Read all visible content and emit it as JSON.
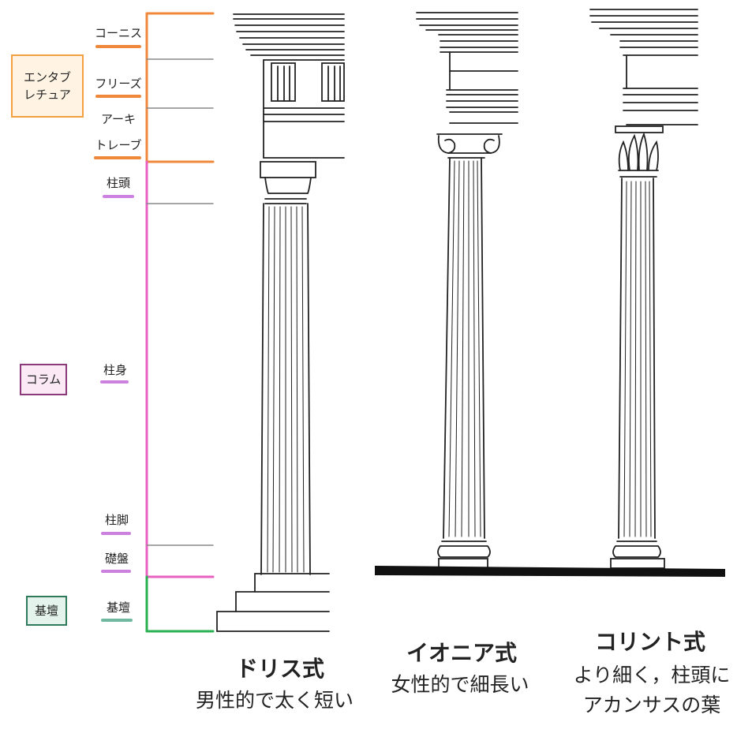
{
  "groups": {
    "entablature": "エンタブレチュア",
    "column": "コラム",
    "stylobate": "基壇"
  },
  "parts": {
    "cornice": "コーニス",
    "frieze": "フリーズ",
    "architrave_1": "アーキ",
    "architrave_2": "トレーブ",
    "capital": "柱頭",
    "shaft": "柱身",
    "base": "柱脚",
    "plinth": "礎盤",
    "stylobate": "基壇"
  },
  "orders": [
    {
      "title": "ドリス式",
      "desc": [
        "男性的で太く短い"
      ]
    },
    {
      "title": "イオニア式",
      "desc": [
        "女性的で細長い"
      ]
    },
    {
      "title": "コリント式",
      "desc": [
        "より細く，柱頭に",
        "アカンサスの葉"
      ]
    }
  ],
  "colors": {
    "entablature": "#f0883c",
    "column": "#e860c0",
    "stylobate": "#28b050",
    "capital_underline": "#cc80e0",
    "stylobate_underline": "#70b8a0",
    "entablature_box_border": "#f5a040",
    "entablature_box_bg": "#fff4e4",
    "column_box_border": "#8a3a7a",
    "column_box_bg": "#fbeaf6",
    "stylobate_box_border": "#2e7a5a",
    "stylobate_box_bg": "#e4f4ec",
    "divider": "#888888"
  }
}
